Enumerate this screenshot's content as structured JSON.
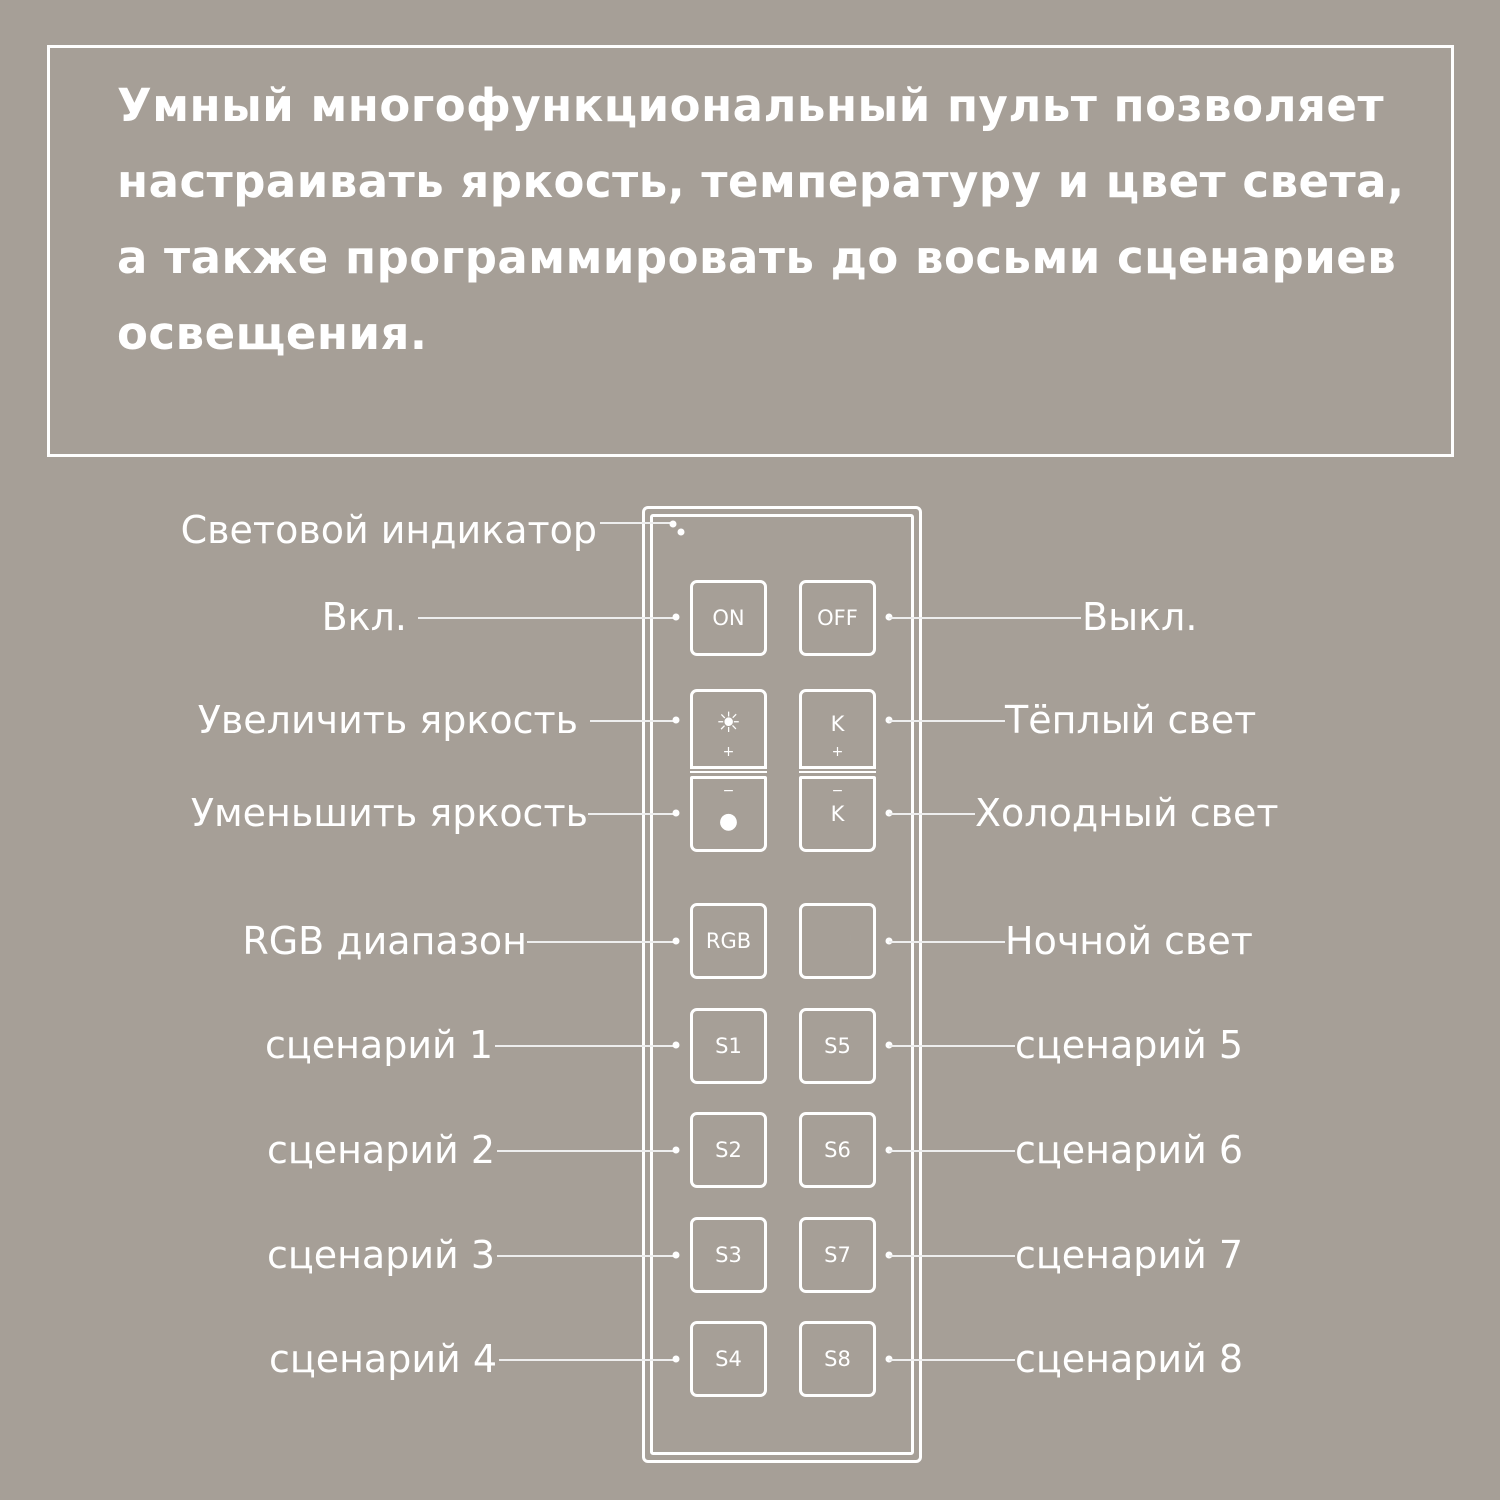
{
  "heading": "Умный многофункциональный пульт позволяет настраивать яркость, температуру и цвет света, а также программировать до восьми сценариев освещения.",
  "remote": {
    "indicator_label": "Световой индикатор",
    "buttons": {
      "on": "ON",
      "off": "OFF",
      "k": "K",
      "plus": "+",
      "minus": "−",
      "rgb": "RGB",
      "s1": "S1",
      "s2": "S2",
      "s3": "S3",
      "s4": "S4",
      "s5": "S5",
      "s6": "S6",
      "s7": "S7",
      "s8": "S8"
    },
    "left_labels": [
      "Вкл.",
      "Увеличить яркость",
      "Уменьшить яркость",
      "RGB диапазон",
      "сценарий 1",
      "сценарий 2",
      "сценарий 3",
      "сценарий 4"
    ],
    "right_labels": [
      "Выкл.",
      "Тёплый свет",
      "Холодный свет",
      "Ночной свет",
      "сценарий 5",
      "сценарий 6",
      "сценарий 7",
      "сценарий 8"
    ]
  },
  "colors": {
    "background": "#a69f97",
    "foreground": "#ffffff"
  }
}
